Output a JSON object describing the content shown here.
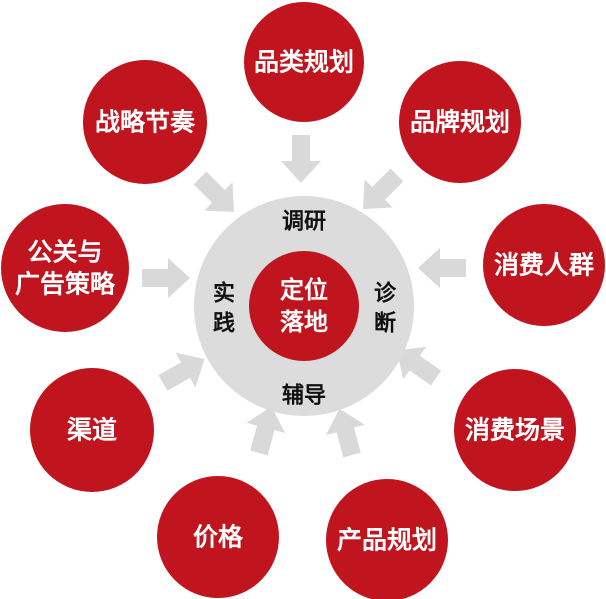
{
  "colors": {
    "node_fill": "#c0141f",
    "ring_fill": "#dcdcdc",
    "center_fill": "#c0141f",
    "arrow_fill": "#d9d9d9",
    "ring_text": "#111111",
    "node_text": "#ffffff"
  },
  "center": {
    "line1": "定位",
    "line2": "落地"
  },
  "ring_labels": {
    "top": "调研",
    "right": "诊断",
    "bottom": "辅导",
    "left": "实践"
  },
  "nodes": [
    {
      "id": "category-planning",
      "lines": [
        "品类规划"
      ]
    },
    {
      "id": "brand-planning",
      "lines": [
        "品牌规划"
      ]
    },
    {
      "id": "consumer-groups",
      "lines": [
        "消费人群"
      ]
    },
    {
      "id": "consumption-scenes",
      "lines": [
        "消费场景"
      ]
    },
    {
      "id": "product-planning",
      "lines": [
        "产品规划"
      ]
    },
    {
      "id": "price",
      "lines": [
        "价格"
      ]
    },
    {
      "id": "channels",
      "lines": [
        "渠道"
      ]
    },
    {
      "id": "pr-ad-strategy",
      "lines": [
        "公关与",
        "广告策略"
      ]
    },
    {
      "id": "strategic-rhythm",
      "lines": [
        "战略节奏"
      ]
    }
  ]
}
